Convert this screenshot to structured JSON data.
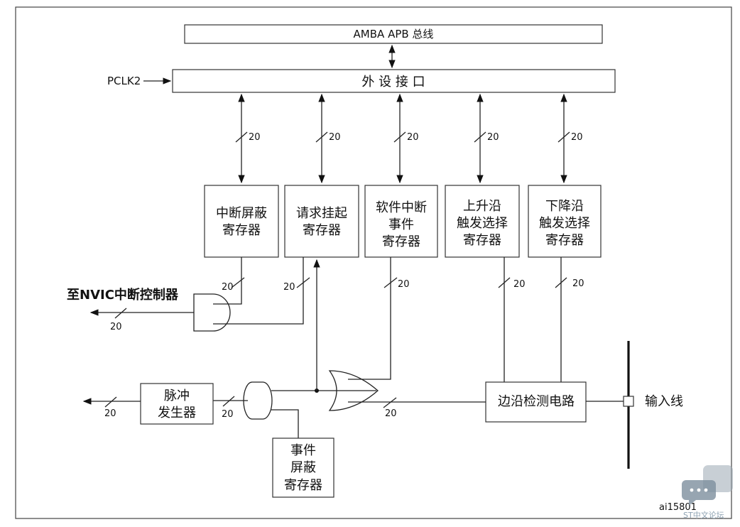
{
  "bus": {
    "label": "AMBA APB 总线"
  },
  "clock": {
    "label": "PCLK2"
  },
  "interface": {
    "label": "外 设 接 口"
  },
  "registers": {
    "interrupt_mask": [
      "中断屏蔽",
      "寄存器"
    ],
    "pending": [
      "请求挂起",
      "寄存器"
    ],
    "software_interrupt": [
      "软件中断",
      "事件",
      "寄存器"
    ],
    "rising_trigger": [
      "上升沿",
      "触发选择",
      "寄存器"
    ],
    "falling_trigger": [
      "下降沿",
      "触发选择",
      "寄存器"
    ],
    "event_mask": [
      "事件",
      "屏蔽",
      "寄存器"
    ]
  },
  "pulse_generator": [
    "脉冲",
    "发生器"
  ],
  "edge_detector": {
    "label": "边沿检测电路"
  },
  "input_line": {
    "label": "输入线"
  },
  "nvic_output": {
    "label": "至NVIC中断控制器"
  },
  "bus_width": "20",
  "figure_id": "ai15801",
  "watermark": {
    "label": "ST中文论坛"
  }
}
